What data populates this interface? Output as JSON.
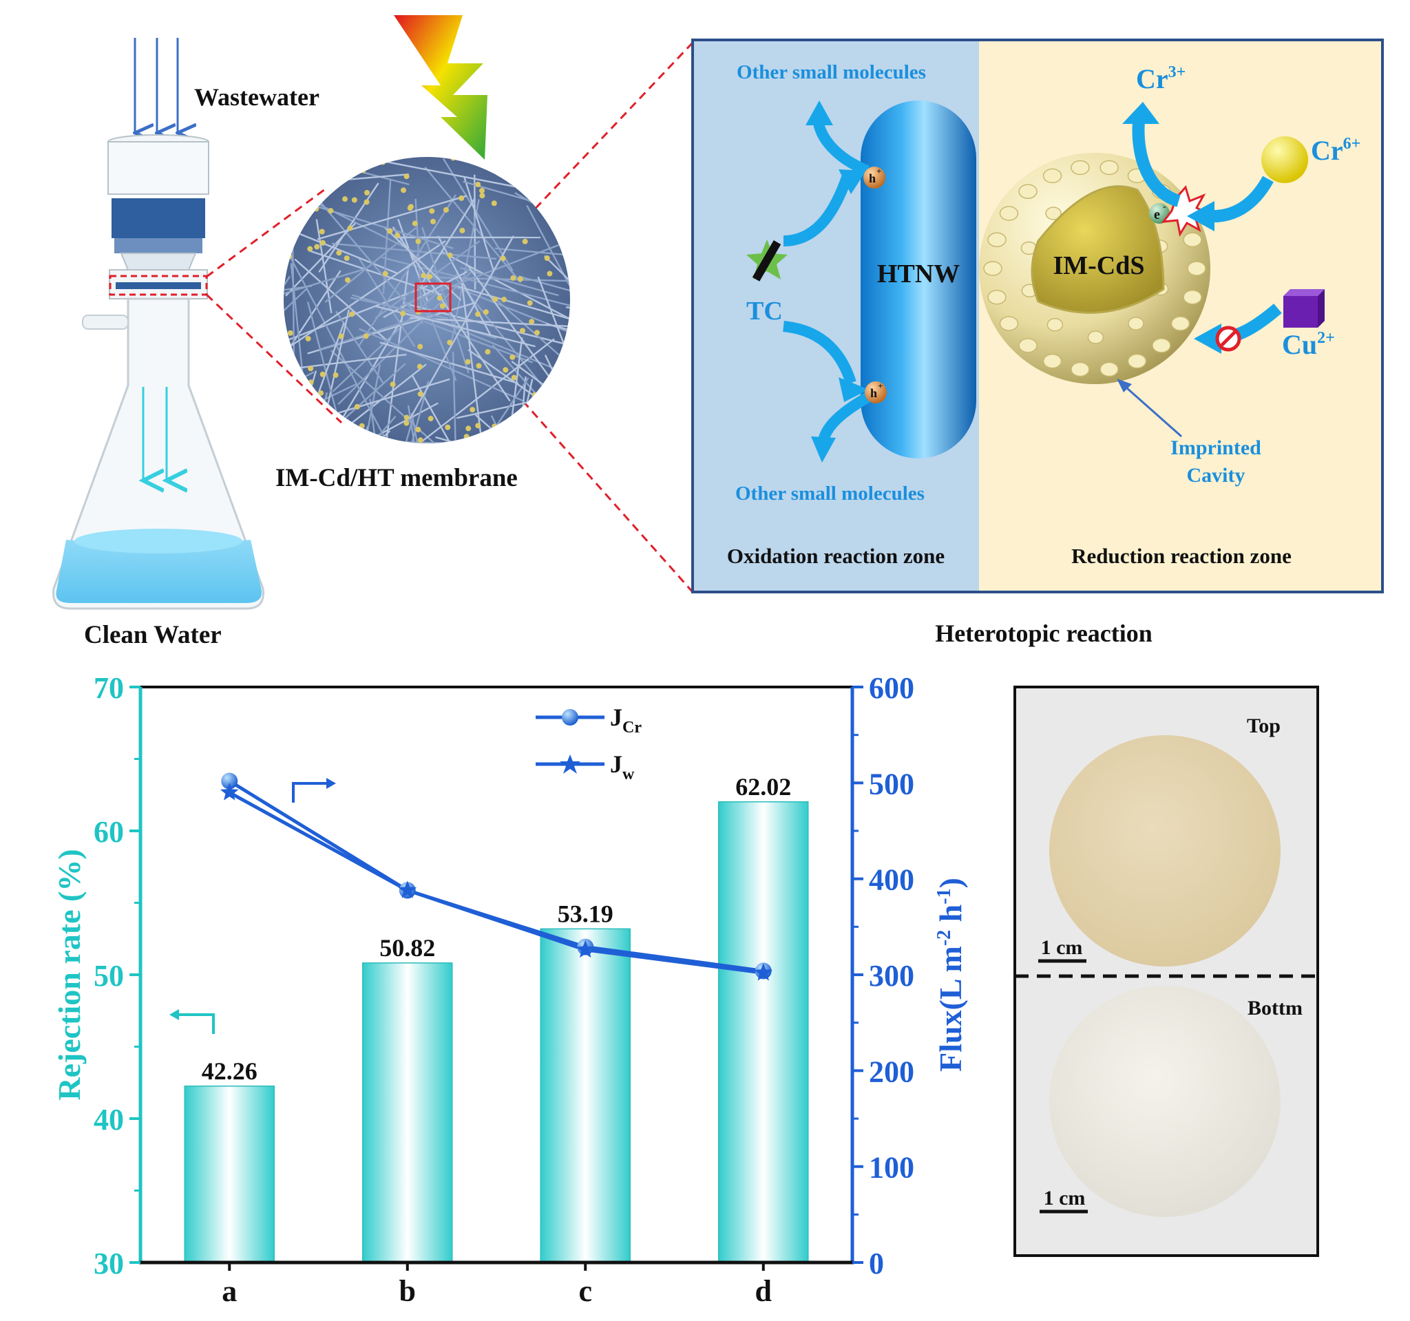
{
  "filtration": {
    "wastewater_label": "Wastewater",
    "clean_water_label": "Clean Water",
    "membrane_label": "IM-Cd/HT membrane"
  },
  "mechanism": {
    "caption": "Heterotopic reaction",
    "oxidation_zone_label": "Oxidation reaction zone",
    "reduction_zone_label": "Reduction reaction zone",
    "other_small_top": "Other small molecules",
    "other_small_bottom": "Other small molecules",
    "htnw_label": "HTNW",
    "imcds_label": "IM-CdS",
    "tc_label": "TC",
    "hole_base": "h",
    "hole_sup": "+",
    "electron_base": "e",
    "electron_sup": "-",
    "cr3_base": "Cr",
    "cr3_sup": "3+",
    "cr6_base": "Cr",
    "cr6_sup": "6+",
    "cu_base": "Cu",
    "cu_sup": "2+",
    "cavity_line1": "Imprinted",
    "cavity_line2": "Cavity"
  },
  "photos": {
    "top_label": "Top",
    "bottom_label": "Bottm",
    "scale_top": "1 cm",
    "scale_bottom": "1 cm"
  },
  "colors": {
    "rejection_axis": "#1fc4c4",
    "flux_axis": "#1f5fd6",
    "oxidation_bg": "#bcd6ec",
    "reduction_bg": "#fdf1cf",
    "arrow_blue": "#18a6ea"
  },
  "chart_data": {
    "type": "bar",
    "categories": [
      "a",
      "b",
      "c",
      "d"
    ],
    "bar_series": {
      "name": "Rejection rate",
      "values": [
        42.26,
        50.82,
        53.19,
        62.02
      ],
      "labels": [
        "42.26",
        "50.82",
        "53.19",
        "62.02"
      ]
    },
    "line_series": [
      {
        "name_base": "J",
        "name_sub": "Cr",
        "marker": "circle",
        "values": [
          502,
          388,
          329,
          304
        ]
      },
      {
        "name_base": "J",
        "name_sub": "w",
        "marker": "star",
        "values": [
          490,
          388,
          326,
          302
        ]
      }
    ],
    "ylabel_left": "Rejection rate (%)",
    "ylabel_right": "Flux(L m⁻² h⁻¹)",
    "ylim_left": [
      30,
      70
    ],
    "ylim_right": [
      0,
      600
    ],
    "yticks_left": [
      "30",
      "40",
      "50",
      "60",
      "70"
    ],
    "yticks_right": [
      "0",
      "100",
      "200",
      "300",
      "400",
      "500",
      "600"
    ],
    "legend_position": "top-right"
  }
}
